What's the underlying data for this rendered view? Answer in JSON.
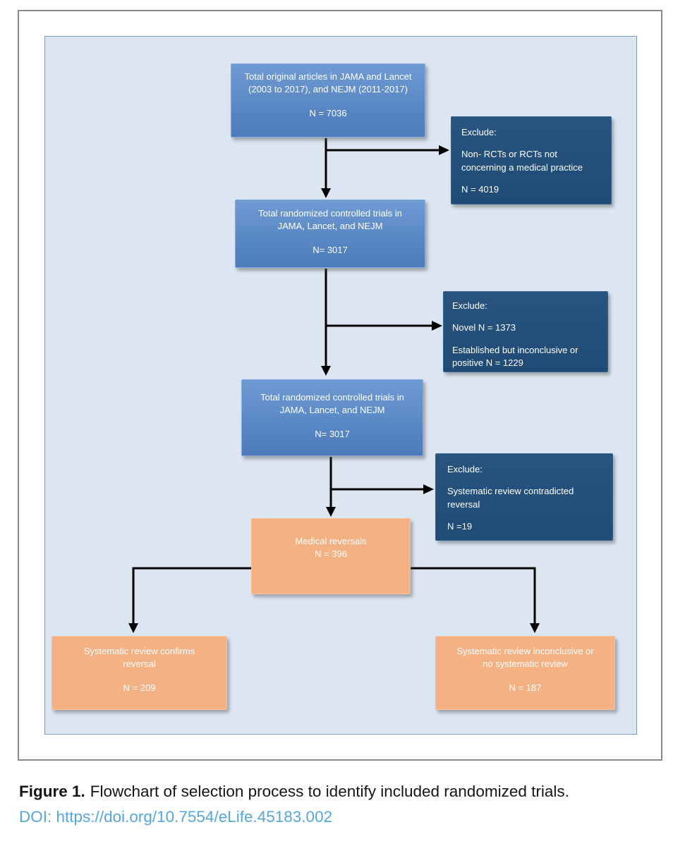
{
  "colors": {
    "panel_background": "#dce6f2",
    "panel_border": "#7d99bb",
    "frame_border": "#8a8a8a",
    "blue_box_top": "#6f9bd3",
    "blue_box_bottom": "#4c7abb",
    "navy_box": "#1f4b76",
    "orange_box": "#f4b183",
    "arrow": "#000000",
    "doi_link": "#55a7d9"
  },
  "flowchart": {
    "total_articles": {
      "text": "Total original articles in JAMA and Lancet (2003 to 2017), and NEJM (2011-2017)",
      "n": "N = 7036"
    },
    "exclude_non_rct": {
      "title": "Exclude:",
      "body": "Non- RCTs or RCTs not concerning a medical practice",
      "n": "N = 4019"
    },
    "rct_total_1": {
      "text": "Total randomized controlled trials in JAMA, Lancet, and NEJM",
      "n": "N= 3017"
    },
    "exclude_novel": {
      "title": "Exclude:",
      "body1": "Novel N = 1373",
      "body2": "Established but inconclusive or positive N = 1229"
    },
    "rct_total_2": {
      "text": "Total randomized controlled trials in JAMA, Lancet, and NEJM",
      "n": "N= 3017"
    },
    "exclude_sysrev_contradicted": {
      "title": "Exclude:",
      "body": "Systematic review contradicted reversal",
      "n": "N =19"
    },
    "medical_reversals": {
      "text": "Medical reversals",
      "n": "N = 396"
    },
    "sysrev_confirms": {
      "text": "Systematic review confirms reversal",
      "n": "N = 209"
    },
    "sysrev_inconclusive": {
      "text": "Systematic review inconclusive or no systematic review",
      "n": "N = 187"
    }
  },
  "caption": {
    "label": "Figure 1.",
    "text": "Flowchart of selection process to identify included randomized trials.",
    "doi_label": "DOI:",
    "doi_url": "https://doi.org/10.7554/eLife.45183.002"
  }
}
